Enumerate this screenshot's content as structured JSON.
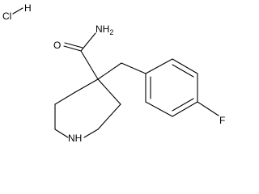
{
  "molecule": {
    "salt": {
      "chlorine": "Cl",
      "hydrogen": "H"
    },
    "amide": {
      "nitrogen": "NH2",
      "oxygen": "O"
    },
    "ring_nitrogen": "NH",
    "fluorine": "F"
  },
  "colors": {
    "bond": "#000000",
    "text": "#000000",
    "background": "#ffffff"
  }
}
